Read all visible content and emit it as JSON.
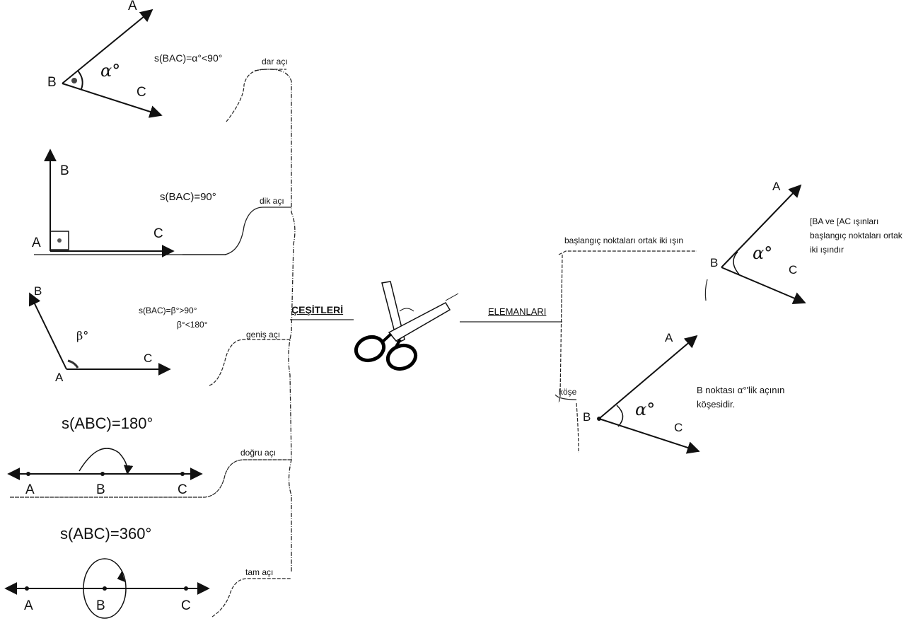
{
  "center": {
    "left_label": "ÇEŞİTLERİ",
    "right_label": "ELEMANLARI",
    "icon": "scissors-icon"
  },
  "types": {
    "acute": {
      "branch": "dar açı",
      "formula": "s(BAC)=α°<90°",
      "points": {
        "a": "A",
        "b": "B",
        "c": "C"
      },
      "angle": "α°"
    },
    "right": {
      "branch": "dik açı",
      "formula": "s(BAC)=90°",
      "points": {
        "a": "A",
        "b": "B",
        "c": "C"
      }
    },
    "obtuse": {
      "branch": "geniş açı",
      "formula1": "s(BAC)=β°>90°",
      "formula2": "β°<180°",
      "points": {
        "a": "A",
        "b": "B",
        "c": "C"
      },
      "angle": "β°"
    },
    "straight": {
      "branch": "doğru açı",
      "formula": "s(ABC)=180°",
      "points": {
        "a": "A",
        "b": "B",
        "c": "C"
      }
    },
    "full": {
      "branch": "tam açı",
      "formula": "s(ABC)=360°",
      "points": {
        "a": "A",
        "b": "B",
        "c": "C"
      }
    }
  },
  "elements": {
    "rays": {
      "branch": "başlangıç noktaları ortak iki ışın",
      "note1": "[BA ve [AC ışınları",
      "note2": "başlangıç noktaları ortak",
      "note3": "iki ışındır",
      "points": {
        "a": "A",
        "b": "B",
        "c": "C"
      },
      "angle": "α°"
    },
    "vertex": {
      "branch": "köşe",
      "note1": "B noktası α°'lik açının",
      "note2": "köşesidir.",
      "points": {
        "a": "A",
        "b": "B",
        "c": "C"
      },
      "angle": "α°"
    }
  }
}
